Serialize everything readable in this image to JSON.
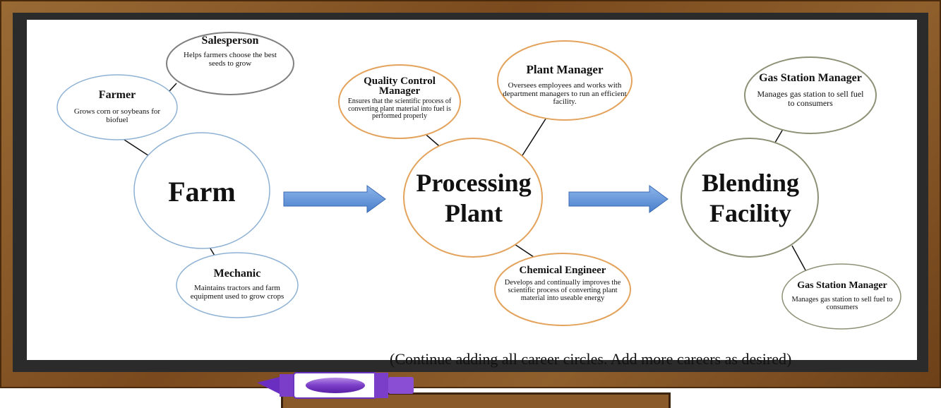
{
  "diagram": {
    "hubs": {
      "farm": "Farm",
      "processing": "Processing Plant",
      "blending": "Blending Facility"
    },
    "careers": {
      "salesperson": {
        "title": "Salesperson",
        "desc": "Helps farmers choose the best seeds to grow"
      },
      "farmer": {
        "title": "Farmer",
        "desc": "Grows corn or soybeans for biofuel"
      },
      "mechanic": {
        "title": "Mechanic",
        "desc": "Maintains tractors and farm equipment used to grow crops"
      },
      "quality": {
        "title": "Quality Control Manager",
        "desc": "Ensures that the scientific process of converting plant material into fuel is performed properly"
      },
      "plant_manager": {
        "title": "Plant Manager",
        "desc": "Oversees employees and works with department managers to run an efficient facility."
      },
      "chem_engineer": {
        "title": "Chemical Engineer",
        "desc": "Develops and continually improves the scientific process of converting plant material into useable energy"
      },
      "gas_top": {
        "title": "Gas Station Manager",
        "desc": "Manages gas station to sell fuel to consumers"
      },
      "gas_bottom": {
        "title": "Gas Station Manager",
        "desc": "Manages gas station to sell fuel to consumers"
      }
    },
    "note": "(Continue adding all career circles.  Add more careers as desired)",
    "colors": {
      "farm": "#8fb2d4",
      "processing": "#e3a35c",
      "blending": "#8c9276",
      "salesperson": "#7f7f7f",
      "arrow": "#5b8fd6"
    }
  }
}
